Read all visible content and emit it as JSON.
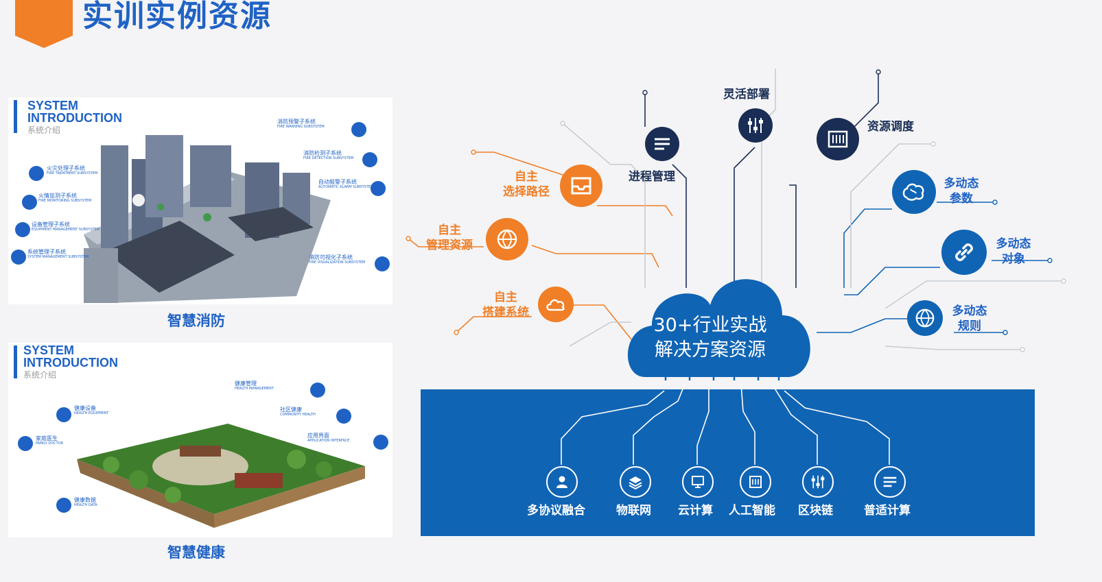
{
  "header": {
    "title": "实训实例资源"
  },
  "left": {
    "fire_panel": {
      "heading_en_1": "SYSTEM",
      "heading_en_2": "INTRODUCTION",
      "heading_cn": "系统介绍",
      "caption": "智慧消防",
      "labels": [
        {
          "cn": "消防预警子系统",
          "en": "FIRE WARNING SUBSYSTEM"
        },
        {
          "cn": "消防检测子系统",
          "en": "FIRE DETECTION SUBSYSTEM"
        },
        {
          "cn": "自动报警子系统",
          "en": "AUTOMATIC ALARM SUBSYSTEM"
        },
        {
          "cn": "火灾处理子系统",
          "en": "FIRE TREATMENT SUBSYSTEM"
        },
        {
          "cn": "火情监测子系统",
          "en": "FIRE MONITORING SUBSYSTEM"
        },
        {
          "cn": "设备管理子系统",
          "en": "EQUIPMENT MANAGEMENT SUBSYSTEM"
        },
        {
          "cn": "系统管理子系统",
          "en": "SYSTEM MANAGEMENT SUBSYSTEM"
        },
        {
          "cn": "消防可视化子系统",
          "en": "FIRE VISUALIZATION SUBSYSTEM"
        }
      ]
    },
    "health_panel": {
      "heading_en_1": "SYSTEM",
      "heading_en_2": "INTRODUCTION",
      "heading_cn": "系统介绍",
      "caption": "智慧健康",
      "labels": [
        {
          "cn": "健康管理",
          "en": "HEALTH MANAGEMENT"
        },
        {
          "cn": "健康设备",
          "en": "HEALTH EQUIPMENT"
        },
        {
          "cn": "社区健康",
          "en": "COMMUNITY HEALTH"
        },
        {
          "cn": "家庭医生",
          "en": "FAMILY DOCTOR"
        },
        {
          "cn": "应用界面",
          "en": "APPLICATION INTERFACE"
        },
        {
          "cn": "健康数据",
          "en": "HEALTH DATA"
        }
      ]
    }
  },
  "diagram": {
    "cloud": {
      "line1": "30+行业实战",
      "line2": "解决方案资源"
    },
    "orange_nodes": [
      {
        "line1": "自主",
        "line2": "选择路径",
        "icon": "inbox-icon"
      },
      {
        "line1": "自主",
        "line2": "管理资源",
        "icon": "globe-icon"
      },
      {
        "line1": "自主",
        "line2": "搭建系统",
        "icon": "cloud-icon"
      }
    ],
    "navy_nodes": [
      {
        "label": "进程管理",
        "icon": "list-icon"
      },
      {
        "label": "灵活部署",
        "icon": "sliders-icon"
      },
      {
        "label": "资源调度",
        "icon": "server-icon"
      }
    ],
    "blue_nodes": [
      {
        "line1": "多动态",
        "line2": "参数",
        "icon": "brain-icon"
      },
      {
        "line1": "多动态",
        "line2": "对象",
        "icon": "link-icon"
      },
      {
        "line1": "多动态",
        "line2": "规则",
        "icon": "globe-icon"
      }
    ],
    "base_items": [
      {
        "label": "多协议融合",
        "icon": "user-icon"
      },
      {
        "label": "物联网",
        "icon": "layers-icon"
      },
      {
        "label": "云计算",
        "icon": "cloud-compute-icon"
      },
      {
        "label": "人工智能",
        "icon": "ai-icon"
      },
      {
        "label": "区块链",
        "icon": "sliders-icon"
      },
      {
        "label": "普适计算",
        "icon": "list-icon"
      }
    ],
    "colors": {
      "orange": "#f07f27",
      "navy": "#1a2e55",
      "blue": "#1064b4",
      "title_blue": "#1f62c4"
    }
  }
}
